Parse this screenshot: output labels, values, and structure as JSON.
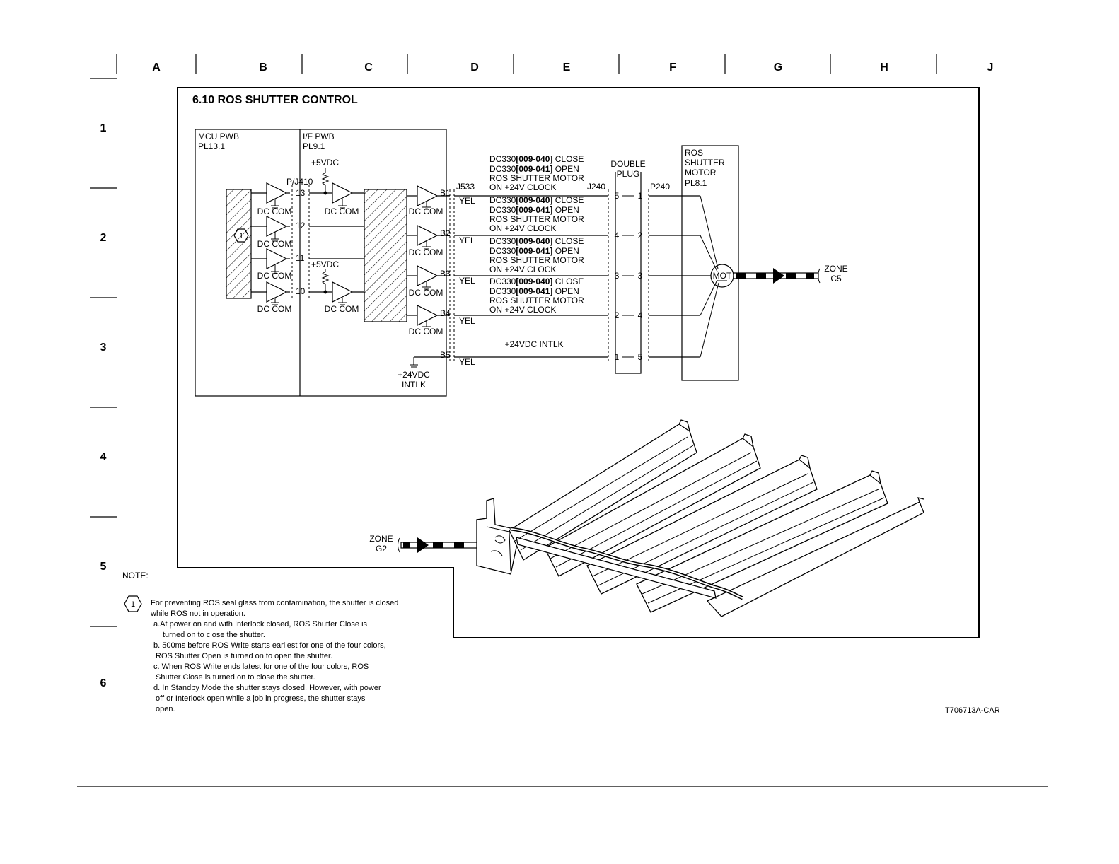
{
  "grid": {
    "columns": [
      "A",
      "B",
      "C",
      "D",
      "E",
      "F",
      "G",
      "H",
      "J"
    ],
    "rows": [
      "1",
      "2",
      "3",
      "4",
      "5",
      "6"
    ]
  },
  "title": "6.10 ROS SHUTTER CONTROL",
  "boards": {
    "mcu": [
      "MCU PWB",
      "PL13.1"
    ],
    "if": [
      "I/F PWB",
      "PL9.1"
    ],
    "motor": [
      "ROS",
      "SHUTTER",
      "MOTOR",
      "PL8.1"
    ]
  },
  "connectors": {
    "pj410": "P/J410",
    "j533": "J533",
    "j240": "J240",
    "p240": "P240",
    "double_plug": [
      "DOUBLE",
      "PLUG"
    ]
  },
  "supply_5v": "+5VDC",
  "dc_com": "DC COM",
  "pins_pj410": [
    "13",
    "12",
    "11",
    "10"
  ],
  "pins_j533": [
    "B1",
    "B2",
    "B3",
    "B4",
    "B5"
  ],
  "yel": "YEL",
  "signal_block": [
    "DC330[009-040] CLOSE",
    "DC330[009-041] OPEN",
    "ROS SHUTTER MOTOR",
    "ON +24V CLOCK"
  ],
  "dc330_prefix": "DC330",
  "code_close": "[009-040]",
  "code_open": "[009-041]",
  "word_close": " CLOSE",
  "word_open": " OPEN",
  "intlk_line": "+24VDC INTLK",
  "intlk_ground": [
    "+24VDC",
    "INTLK"
  ],
  "plug_pairs": [
    [
      "5",
      "1"
    ],
    [
      "4",
      "2"
    ],
    [
      "3",
      "3"
    ],
    [
      "2",
      "4"
    ],
    [
      "1",
      "5"
    ]
  ],
  "motor_label": "MOT",
  "zone_c5": [
    "ZONE",
    "C5"
  ],
  "zone_g2": [
    "ZONE",
    "G2"
  ],
  "note_marker": "1",
  "note_heading": "NOTE:",
  "note_lines": [
    "For preventing ROS seal glass from contamination, the shutter is closed",
    "while ROS not in operation.",
    "a.At power on and with Interlock closed, ROS Shutter Close is",
    "turned on to close the shutter.",
    "b. 500ms before ROS Write starts earliest for one of the four colors,",
    "ROS Shutter Open is turned on to open the shutter.",
    "c. When ROS Write ends latest for one of the four colors, ROS",
    "Shutter Close is turned on to close the shutter.",
    "d. In Standby Mode the shutter stays closed.  However, with power",
    "off or Interlock open while a job in progress, the shutter stays",
    "open."
  ],
  "figure_id": "T706713A-CAR"
}
